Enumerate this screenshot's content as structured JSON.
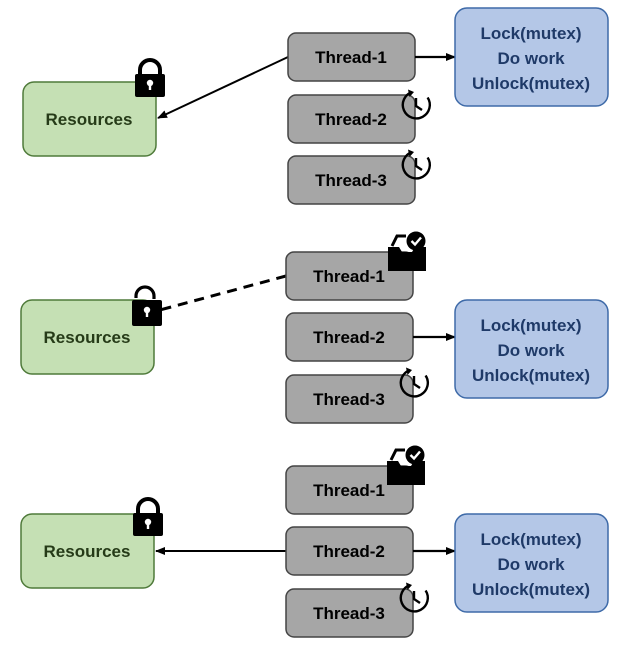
{
  "resource_label": "Resources",
  "thread_labels": [
    "Thread-1",
    "Thread-2",
    "Thread-3"
  ],
  "work_lines": [
    "Lock(mutex)",
    "Do work",
    "Unlock(mutex)"
  ],
  "colors": {
    "resource_fill": "#c5e0b4",
    "resource_stroke": "#4f7a3a",
    "resource_text": "#263b18",
    "thread_fill": "#a6a6a6",
    "thread_stroke": "#444444",
    "work_fill": "#b4c7e7",
    "work_stroke": "#3e6aa8",
    "work_text": "#1f3a68"
  },
  "scenarios": [
    {
      "lock_state": "locked",
      "active_thread": 1,
      "thread_icons": [
        "none",
        "clock-icon",
        "clock-icon"
      ],
      "resource_link": "solid-arrow",
      "link_from_thread": 1
    },
    {
      "lock_state": "unlocked",
      "active_thread": 2,
      "thread_icons": [
        "inbox-check-icon",
        "none",
        "clock-icon"
      ],
      "resource_link": "dashed",
      "link_from_thread": 1
    },
    {
      "lock_state": "locked",
      "active_thread": 2,
      "thread_icons": [
        "inbox-check-icon",
        "none",
        "clock-icon"
      ],
      "resource_link": "solid-arrow",
      "link_from_thread": 2
    }
  ]
}
